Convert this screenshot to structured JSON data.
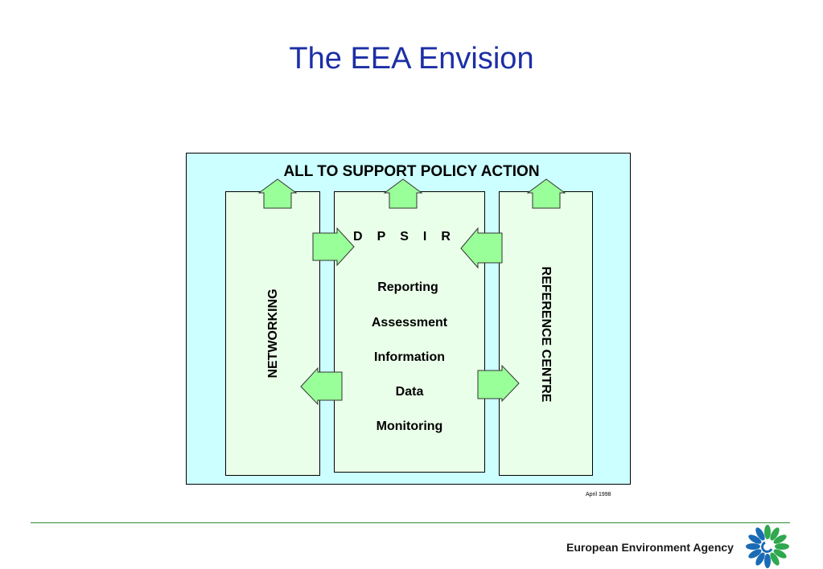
{
  "slide": {
    "title": "The EEA Envision",
    "top_label": "ALL TO SUPPORT POLICY ACTION",
    "left_panel_label": "NETWORKING",
    "right_panel_label": "REFERENCE CENTRE",
    "dpsir_letters": [
      "D",
      "P",
      "S",
      "I",
      "R"
    ],
    "center_items": [
      "Reporting",
      "Assessment",
      "Information",
      "Data",
      "Monitoring"
    ],
    "date": "April 1998",
    "footer_brand": "European Environment Agency"
  },
  "colors": {
    "title": "#1c2fa6",
    "diagram_background": "#ccffff",
    "panel_fill": "#eaffea",
    "arrow_fill": "#99ff99",
    "footer_rule": "#2e8b2e",
    "logo_blue": "#1a6bb5",
    "logo_green": "#2fa84f"
  }
}
